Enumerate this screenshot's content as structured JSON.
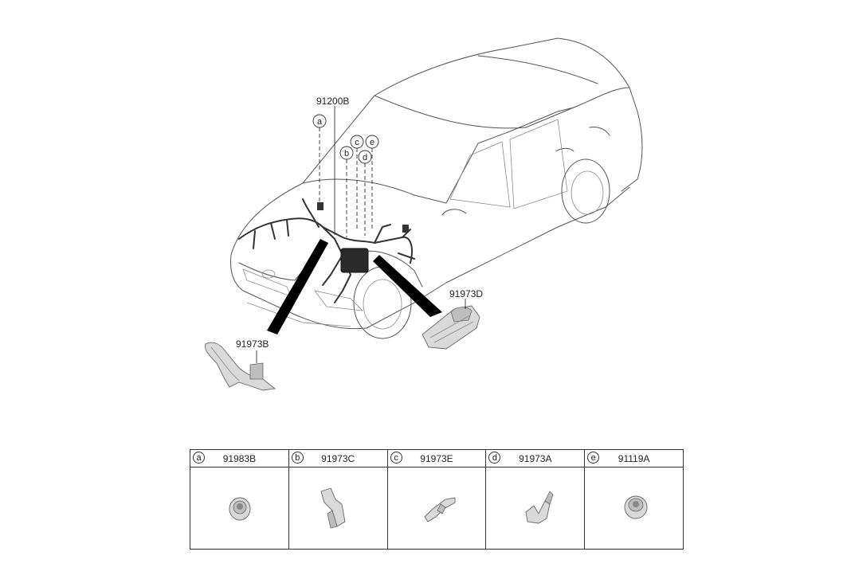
{
  "callouts": {
    "main_harness": "91200B",
    "protector_left": "91973B",
    "protector_right": "91973D",
    "letters": [
      "a",
      "b",
      "c",
      "e",
      "d"
    ]
  },
  "parts_table": [
    {
      "letter": "a",
      "part_no": "91983B",
      "icon": "grommet-icon"
    },
    {
      "letter": "b",
      "part_no": "91973C",
      "icon": "protector-bracket-icon"
    },
    {
      "letter": "c",
      "part_no": "91973E",
      "icon": "clip-bracket-icon"
    },
    {
      "letter": "d",
      "part_no": "91973A",
      "icon": "protector-angle-icon"
    },
    {
      "letter": "e",
      "part_no": "91119A",
      "icon": "grommet-icon"
    }
  ]
}
